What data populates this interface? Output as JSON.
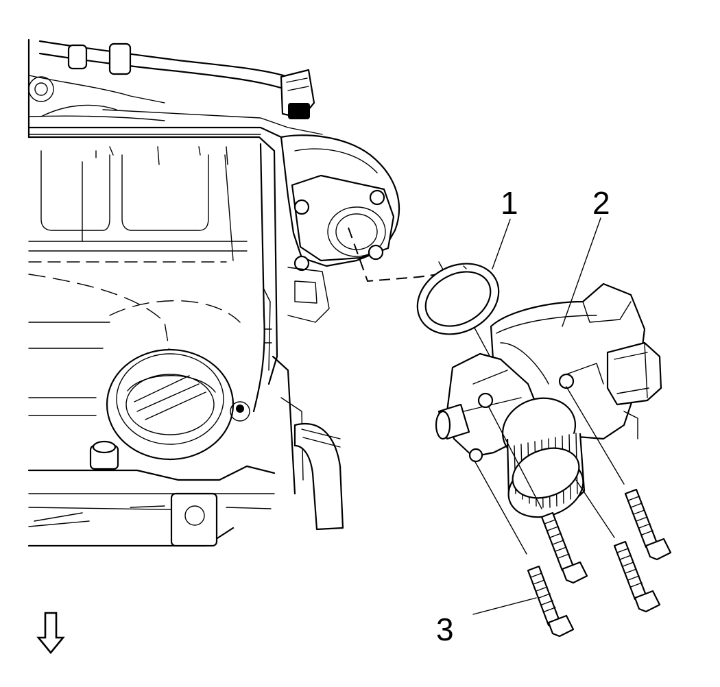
{
  "callouts": {
    "gasket": "1",
    "throttle_body": "2",
    "bolts": "3"
  },
  "colors": {
    "line": "#000000",
    "background": "#ffffff"
  },
  "icons": {
    "direction_arrow": "down-arrow-outline-icon"
  }
}
